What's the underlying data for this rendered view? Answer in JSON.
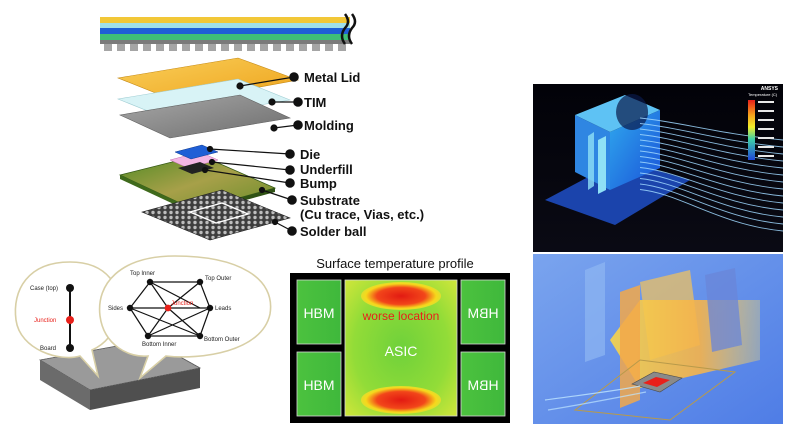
{
  "stack_labels": {
    "metal_lid": "Metal Lid",
    "tim": "TIM",
    "molding": "Molding",
    "die": "Die",
    "underfill": "Underfill",
    "bump": "Bump",
    "substrate": "Substrate",
    "substrate_detail": "(Cu trace, Vias, etc.)",
    "solder_ball": "Solder ball"
  },
  "resistor_model": {
    "simple": {
      "case_top": "Case (top)",
      "junction": "Junction",
      "board": "Board"
    },
    "detailed": {
      "top_inner": "Top Inner",
      "top_outer": "Top Outer",
      "sides": "Sides",
      "junction": "Junction",
      "leads": "Leads",
      "bottom_inner": "Bottom Inner",
      "bottom_outer": "Bottom Outer"
    }
  },
  "thermal_map": {
    "title": "Surface temperature profile",
    "hbm_labels": [
      "HBM",
      "HBM",
      "HBM",
      "HBM"
    ],
    "asic_label": "ASIC",
    "worse_location": "worse location"
  },
  "simulation": {
    "brand": "ANSYS",
    "legend_title": "Temperature (C)"
  },
  "colors": {
    "metal_lid": "#f5b731",
    "tim": "#d4f2f6",
    "molding": "#8c8c8c",
    "die": "#1f5fd6",
    "underfill": "#f4b6e4",
    "substrate": "#5f8f2e",
    "hot": "#e8201a",
    "cool": "#3cb63c",
    "worse_text": "#e8201a"
  }
}
